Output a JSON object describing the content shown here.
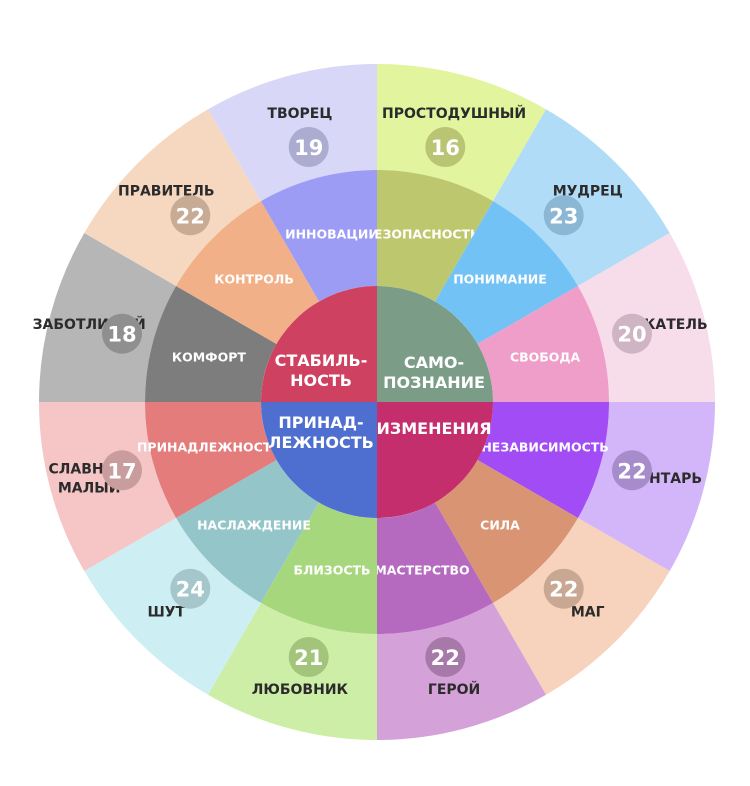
{
  "archetypes": [
    {
      "name": "ПРОСТОДУШНЫЙ",
      "number": "16",
      "color": "#e3f49e",
      "badge": "#b9c572"
    },
    {
      "name": "МУДРЕЦ",
      "number": "23",
      "color": "#b0dcf8",
      "badge": "#8cb7d4"
    },
    {
      "name": "ИСКАТЕЛЬ",
      "number": "20",
      "color": "#f7dcea",
      "badge": "#cfb5c4"
    },
    {
      "name": "БУНТАРЬ",
      "number": "22",
      "color": "#d3b6f9",
      "badge": "#a68ccb"
    },
    {
      "name": "МАГ",
      "number": "22",
      "color": "#f7d2bc",
      "badge": "#c9a893"
    },
    {
      "name": "ГЕРОЙ",
      "number": "22",
      "color": "#d4a2d8",
      "badge": "#a679a9"
    },
    {
      "name": "ЛЮБОВНИК",
      "number": "21",
      "color": "#cdeea6",
      "badge": "#a3c47b"
    },
    {
      "name": "ШУТ",
      "number": "24",
      "color": "#cdeff3",
      "badge": "#a5c7cb"
    },
    {
      "name": [
        "СЛАВНЫЙ",
        "МАЛЫЙ"
      ],
      "number": "17",
      "color": "#f6c5c5",
      "badge": "#c99d9d"
    },
    {
      "name": "ЗАБОТЛИВЫЙ",
      "number": "18",
      "color": "#b6b6b6",
      "badge": "#8f8f8f"
    },
    {
      "name": "ПРАВИТЕЛЬ",
      "number": "22",
      "color": "#f6d8c1",
      "badge": "#c7ab95"
    },
    {
      "name": "ТВОРЕЦ",
      "number": "19",
      "color": "#d8d7f8",
      "badge": "#acabd0"
    }
  ],
  "values": [
    {
      "label": "БЕЗОПАСНОСТЬ",
      "color": "#bdc86e"
    },
    {
      "label": "ПОНИМАНИЕ",
      "color": "#73c2f6"
    },
    {
      "label": "СВОБОДА",
      "color": "#ef9dc9"
    },
    {
      "label": "НЕЗАВИСИМОСТЬ",
      "color": "#a24cf6"
    },
    {
      "label": "СИЛА",
      "color": "#d99573"
    },
    {
      "label": "МАСТЕРСТВО",
      "color": "#b56ac0"
    },
    {
      "label": "БЛИЗОСТЬ",
      "color": "#a7d77c"
    },
    {
      "label": "НАСЛАЖДЕНИЕ",
      "color": "#94c6c9"
    },
    {
      "label": "ПРИНАДЛЕЖНОСТЬ",
      "color": "#e47c7c"
    },
    {
      "label": "КОМФОРТ",
      "color": "#7d7d7d"
    },
    {
      "label": "КОНТРОЛЬ",
      "color": "#f2b088"
    },
    {
      "label": "ИННОВАЦИИ",
      "color": "#9c9cf5"
    }
  ],
  "core": [
    {
      "label": [
        "САМО-",
        "ПОЗНАНИЕ"
      ],
      "color": "#7b9c87"
    },
    {
      "label": [
        "ИЗМЕНЕНИЯ"
      ],
      "color": "#c42e6c"
    },
    {
      "label": [
        "ПРИНАД-",
        "ЛЕЖНОСТЬ"
      ],
      "color": "#4f6fd0"
    },
    {
      "label": [
        "СТАБИЛЬ-",
        "НОСТЬ"
      ],
      "color": "#cf4160"
    }
  ]
}
